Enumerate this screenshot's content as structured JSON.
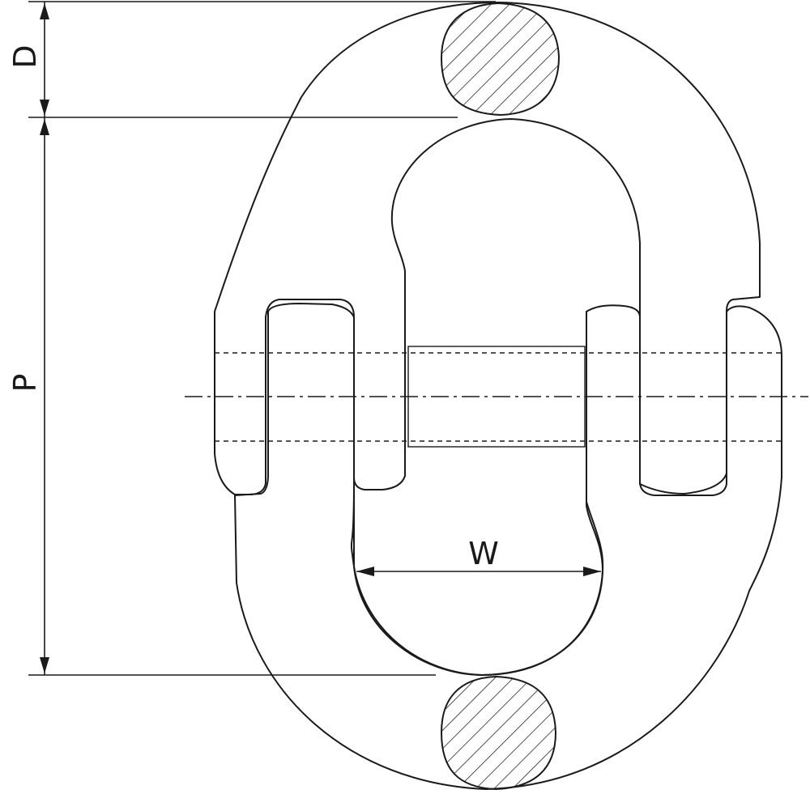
{
  "labels": {
    "d": "D",
    "p": "P",
    "w": "W"
  },
  "colors": {
    "line": "#1a1a1a",
    "background": "#ffffff"
  }
}
